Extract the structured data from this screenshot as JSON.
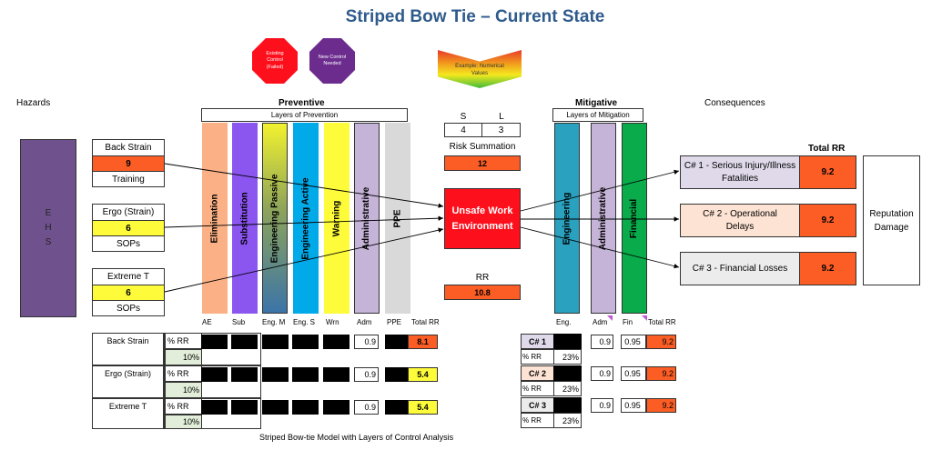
{
  "title": "Striped Bow Tie – Current State",
  "legend": {
    "existing_control": "Existing Control (Failed)",
    "new_control": "New Control Needed",
    "numerical": "Example: Numerical Values",
    "colors": {
      "existing_control": "#fe0f1c",
      "new_control": "#6b2c8e"
    }
  },
  "sections": {
    "hazards": "Hazards",
    "preventive": "Preventive",
    "layers_prevention": "Layers of Prevention",
    "mitigative": "Mitigative",
    "layers_mitigation": "Layers of Mitigation",
    "consequences": "Consequences"
  },
  "ehs": {
    "letters": [
      "E",
      "H",
      "S"
    ],
    "color": "#6f528d"
  },
  "hazards": [
    {
      "name": "Back Strain",
      "value": "9",
      "control": "Training",
      "level": "orange"
    },
    {
      "name": "Ergo (Strain)",
      "value": "6",
      "control": "SOPs",
      "level": "yellow"
    },
    {
      "name": "Extreme T",
      "value": "6",
      "control": "SOPs",
      "level": "yellow"
    }
  ],
  "prevention_layers": [
    {
      "label": "Elimination",
      "color": "#fbb185"
    },
    {
      "label": "Substitution",
      "color": "#8b55f0"
    },
    {
      "label": "Engineering Passive",
      "color": "gradient"
    },
    {
      "label": "Engineering Active",
      "color": "#00a9e7"
    },
    {
      "label": "Warning",
      "color": "#fdfb3a"
    },
    {
      "label": "Administrative",
      "color": "#c5b3d8"
    },
    {
      "label": "PPE",
      "color": "#d9d9d9"
    }
  ],
  "risk": {
    "s_label": "S",
    "l_label": "L",
    "s_value": "4",
    "l_value": "3",
    "summation_label": "Risk Summation",
    "summation_value": "12",
    "top_event": "Unsafe Work Environment",
    "rr_label": "RR",
    "rr_value": "10.8"
  },
  "mitigation_layers": [
    {
      "label": "Engineering",
      "color": "#2aa1bf"
    },
    {
      "label": "Administrative",
      "color": "#c5b3d8"
    },
    {
      "label": "Financial",
      "color": "#0aab4b"
    }
  ],
  "consequences": {
    "total_rr_label": "Total RR",
    "items": [
      {
        "label": "C# 1 - Serious Injury/Illness Fatalities",
        "value": "9.2",
        "bg": "#dfd9ea"
      },
      {
        "label": "C# 2 -  Operational Delays",
        "value": "9.2",
        "bg": "#fde3d3"
      },
      {
        "label": "C# 3 - Financial Losses",
        "value": "9.2",
        "bg": "#ececec"
      }
    ],
    "reputation": "Reputation Damage"
  },
  "prevention_table": {
    "headers": [
      "AE",
      "Sub",
      "Eng. M",
      "Eng. S",
      "Wrn",
      "Adm",
      "PPE",
      "Total RR"
    ],
    "rows": [
      {
        "hazard": "Back Strain",
        "rr_label": "% RR",
        "pct": "10%",
        "adm": "0.9",
        "total": "8.1",
        "level": "orange"
      },
      {
        "hazard": "Ergo (Strain)",
        "rr_label": "% RR",
        "pct": "10%",
        "adm": "0.9",
        "total": "5.4",
        "level": "yellow"
      },
      {
        "hazard": "Extreme T",
        "rr_label": "% RR",
        "pct": "10%",
        "adm": "0.9",
        "total": "5.4",
        "level": "yellow"
      }
    ]
  },
  "mitigation_table": {
    "headers": [
      "Eng.",
      "Adm",
      "Fin",
      "Total RR"
    ],
    "rows": [
      {
        "c": "C# 1",
        "rr_label": "% RR",
        "pct": "23%",
        "adm": "0.9",
        "fin": "0.95",
        "total": "9.2",
        "bg": "#dfd9ea"
      },
      {
        "c": "C# 2",
        "rr_label": "% RR",
        "pct": "23%",
        "adm": "0.9",
        "fin": "0.95",
        "total": "9.2",
        "bg": "#fde3d3"
      },
      {
        "c": "C# 3",
        "rr_label": "% RR",
        "pct": "23%",
        "adm": "0.9",
        "fin": "0.95",
        "total": "9.2",
        "bg": "#ececec"
      }
    ]
  },
  "caption": "Striped Bow-tie Model with Layers of Control Analysis"
}
